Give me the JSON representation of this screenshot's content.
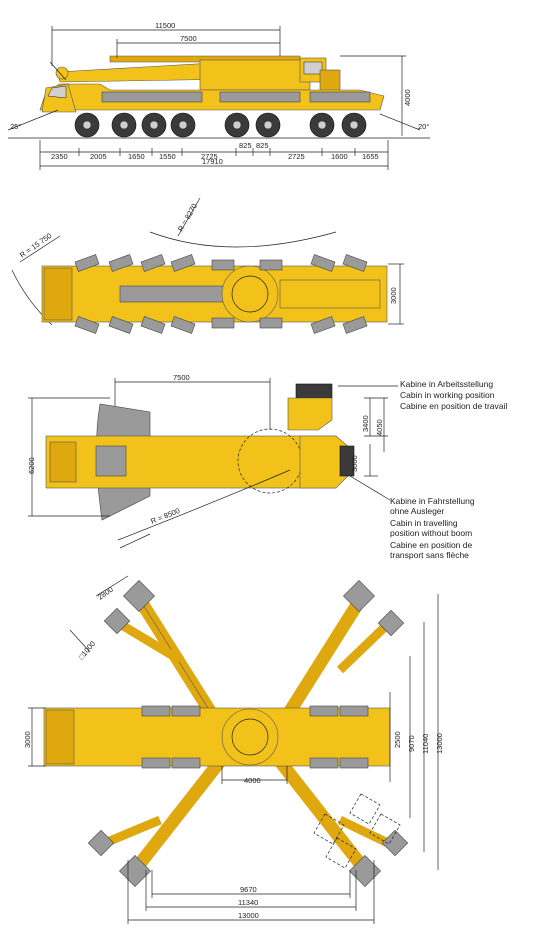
{
  "side_view": {
    "dims_top": [
      "11500",
      "7500"
    ],
    "dim_height": "4000",
    "angle_front": "25°",
    "angle_rear": "20°",
    "dims_bottom": [
      "2350",
      "2005",
      "1650",
      "1550",
      "2725",
      "825",
      "825",
      "2725",
      "1600",
      "1655"
    ],
    "dim_total": "17910"
  },
  "top_view": {
    "radius_1": "R = 15 750",
    "radius_2": "R = 8270",
    "width": "3000"
  },
  "cab_view": {
    "dim_top": "7500",
    "dim_left": "6200",
    "radius": "R = 8500",
    "dim_cab_3400": "3400",
    "dim_cab_4050": "4050",
    "dim_cab_3000": "3000",
    "working_label": [
      "Kabine in Arbeitsstellung",
      "Cabin in working position",
      "Cabine en position de travail"
    ],
    "travel_label": [
      "Kabine in Fahrstellung",
      "ohne Ausleger",
      "Cabin in travelling",
      "position without boom",
      "Cabine en position de",
      "transport sans flèche"
    ]
  },
  "outrigger_view": {
    "pad_len": "2800",
    "pad_size": "□1000",
    "width": "3000",
    "center": "4000",
    "dims_right": [
      "2500",
      "9070",
      "11040",
      "13000"
    ],
    "dims_bottom": [
      "9670",
      "11340",
      "13000"
    ]
  }
}
